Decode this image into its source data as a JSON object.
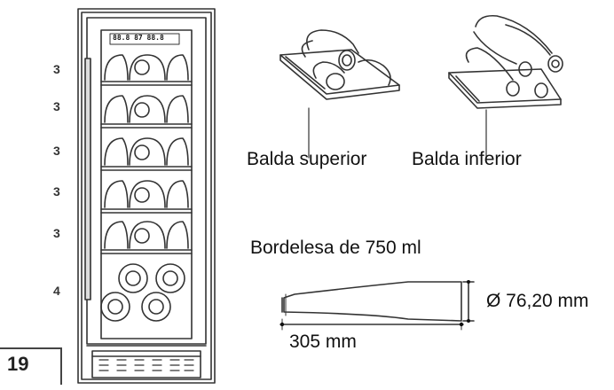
{
  "fridge": {
    "display_text": "88.8 87 88.8",
    "shelf_bottle_counts": [
      "3",
      "3",
      "3",
      "3",
      "3",
      "4"
    ],
    "total": "19"
  },
  "shelves": {
    "upper_label": "Balda superior",
    "lower_label": "Balda inferior"
  },
  "bottle": {
    "title": "Bordelesa de 750 ml",
    "diameter": "Ø 76,20 mm",
    "length": "305 mm"
  }
}
